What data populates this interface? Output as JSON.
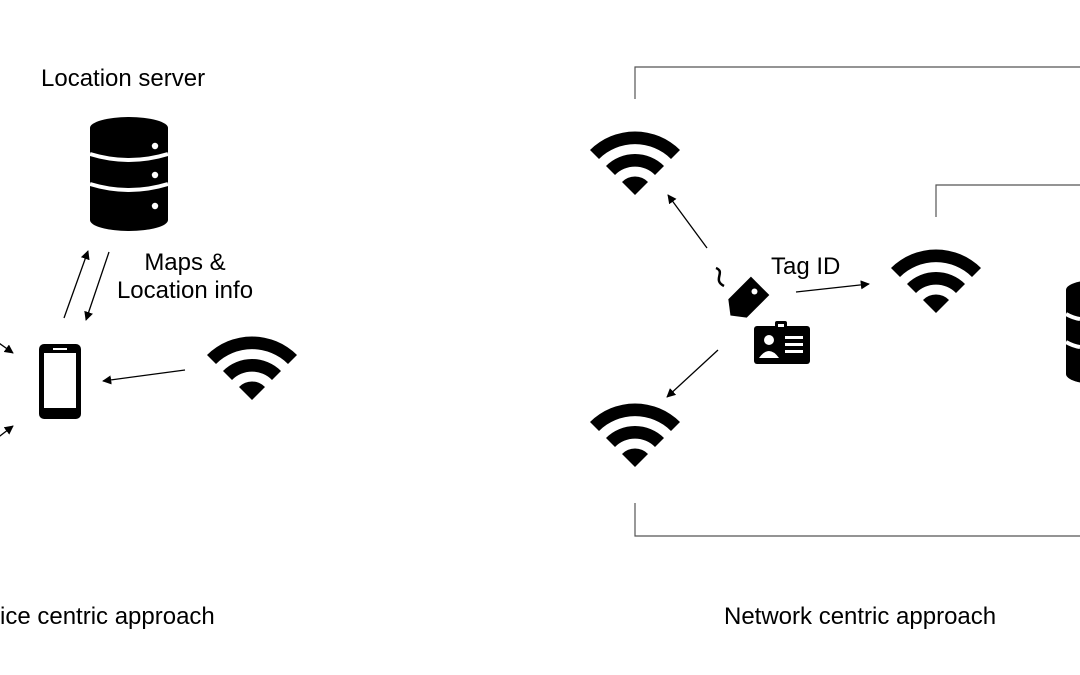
{
  "left_panel": {
    "server_label": "Location server",
    "maps_label_line1": "Maps &",
    "maps_label_line2": "Location info",
    "caption": "ice centric approach",
    "icons": {
      "server": "database-icon",
      "phone": "smartphone-icon",
      "access_point": "wifi-icon"
    }
  },
  "right_panel": {
    "tag_label": "Tag ID",
    "caption": "Network centric approach",
    "icons": {
      "access_points": [
        "wifi-icon",
        "wifi-icon",
        "wifi-icon"
      ],
      "tag": "tag-icon",
      "badge": "id-badge-icon",
      "server": "database-icon"
    }
  },
  "colors": {
    "background": "#ffffff",
    "foreground": "#000000",
    "connector": "#555555"
  }
}
